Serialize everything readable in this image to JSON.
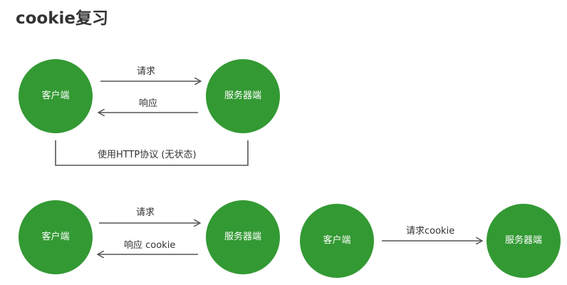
{
  "title": "cookie复习",
  "colors": {
    "node_fill": "#339933",
    "arrow": "#555555",
    "text": "#333333"
  },
  "section1": {
    "client": "客户端",
    "server": "服务器端",
    "request": "请求",
    "response": "响应",
    "protocol": "使用HTTP协议 (无状态)"
  },
  "section2": {
    "client": "客户端",
    "server": "服务器端",
    "request": "请求",
    "response": "响应 cookie"
  },
  "section3": {
    "client": "客户端",
    "server": "服务器端",
    "request": "请求cookie"
  }
}
